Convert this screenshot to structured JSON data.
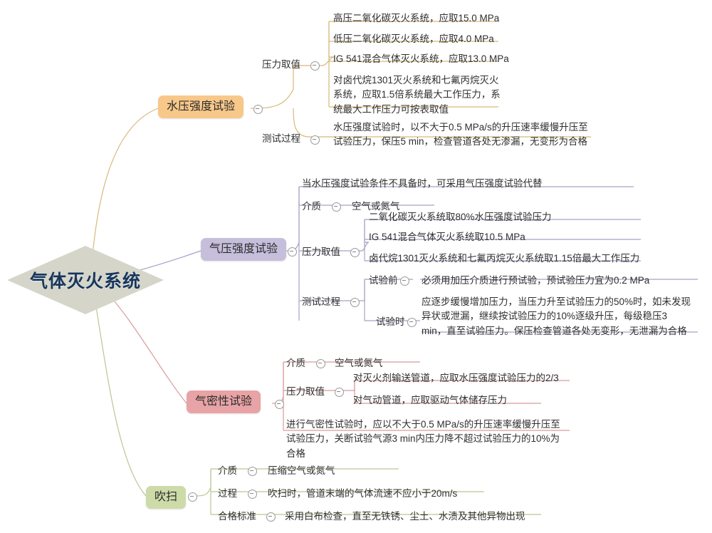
{
  "diagram": {
    "title": "气体灭火系统",
    "type": "mindmap",
    "root": {
      "label": "气体灭火系统",
      "shape": "diamond",
      "fill": "#d5d5c9",
      "text_color": "#16365d"
    },
    "toggle_icon": "collapse-minus-icon",
    "branches": [
      {
        "id": "water-pressure-strength-test",
        "label": "水压强度试验",
        "fill": "#f7c88a",
        "line_color": "#d8b87a",
        "children": [
          {
            "id": "pressure-values",
            "label": "压力取值",
            "has_toggle": true,
            "leaves": [
              "高压二氧化碳灭火系统，应取15.0 MPa",
              "低压二氧化碳灭火系统，应取4.0 MPa",
              "IG 541混合气体灭火系统，应取13.0 MPa",
              "对卤代烷1301灭火系统和七氟丙烷灭火系统，应取1.5倍系统最大工作压力，系统最大工作压力可按表取值"
            ]
          },
          {
            "id": "test-process",
            "label": "测试过程",
            "has_toggle": true,
            "leaves": [
              "水压强度试验时，以不大于0.5 MPa/s的升压速率缓慢升压至试验压力，保压5 min，检查管道各处无渗漏，无变形为合格"
            ]
          }
        ]
      },
      {
        "id": "pneumatic-pressure-strength-test",
        "label": "气压强度试验",
        "fill": "#c6bedb",
        "line_color": "#a9a0c4",
        "children": [
          {
            "id": "applicability-note",
            "label": "当水压强度试验条件不具备时，可采用气压强度试验代替",
            "has_toggle": false,
            "leaves": []
          },
          {
            "id": "medium",
            "label": "介质",
            "has_toggle": true,
            "leaves": [
              "空气或氮气"
            ]
          },
          {
            "id": "pressure-values",
            "label": "压力取值",
            "has_toggle": true,
            "leaves": [
              "二氧化碳灭火系统取80%水压强度试验压力",
              "IG 541混合气体灭火系统取10.5 MPa",
              "卤代烷1301灭火系统和七氟丙烷灭火系统取1.15倍最大工作压力"
            ]
          },
          {
            "id": "test-process",
            "label": "测试过程",
            "has_toggle": true,
            "sub": [
              {
                "label": "试验前",
                "has_toggle": true,
                "text": "必须用加压介质进行预试验，预试验压力宜为0.2 MPa"
              },
              {
                "label": "试验时",
                "has_toggle": true,
                "text": "应逐步缓慢增加压力，当压力升至试验压力的50%时，如未发现异状或泄漏，继续按试验压力的10%逐级升压，每级稳压3 min，直至试验压力。保压检查管道各处无变形，无泄漏为合格"
              }
            ]
          }
        ]
      },
      {
        "id": "air-tightness-test",
        "label": "气密性试验",
        "fill": "#e8a3a6",
        "line_color": "#d99a9d",
        "children": [
          {
            "id": "medium",
            "label": "介质",
            "has_toggle": true,
            "leaves": [
              "空气或氮气"
            ]
          },
          {
            "id": "pressure-values",
            "label": "压力取值",
            "has_toggle": true,
            "leaves": [
              "对灭火剂输送管道，应取水压强度试验压力的2/3",
              "对气动管道，应取驱动气体储存压力"
            ]
          },
          {
            "id": "procedure",
            "label": "进行气密性试验时，应以不大于0.5 MPa/s的升压速率缓慢升压至试验压力，关断试验气源3 min内压力降不超过试验压力的10%为合格",
            "has_toggle": false,
            "leaves": []
          }
        ]
      },
      {
        "id": "purging",
        "label": "吹扫",
        "fill": "#cddba8",
        "line_color": "#b8c892",
        "children": [
          {
            "id": "medium",
            "label": "介质",
            "has_toggle": true,
            "leaves": [
              "压缩空气或氮气"
            ]
          },
          {
            "id": "process",
            "label": "过程",
            "has_toggle": true,
            "leaves": [
              "吹扫时，管道末端的气体流速不应小于20m/s"
            ]
          },
          {
            "id": "acceptance-criteria",
            "label": "合格标准",
            "has_toggle": true,
            "leaves": [
              "采用白布检查，直至无铁锈、尘土、水渍及其他异物出现"
            ]
          }
        ]
      }
    ]
  }
}
